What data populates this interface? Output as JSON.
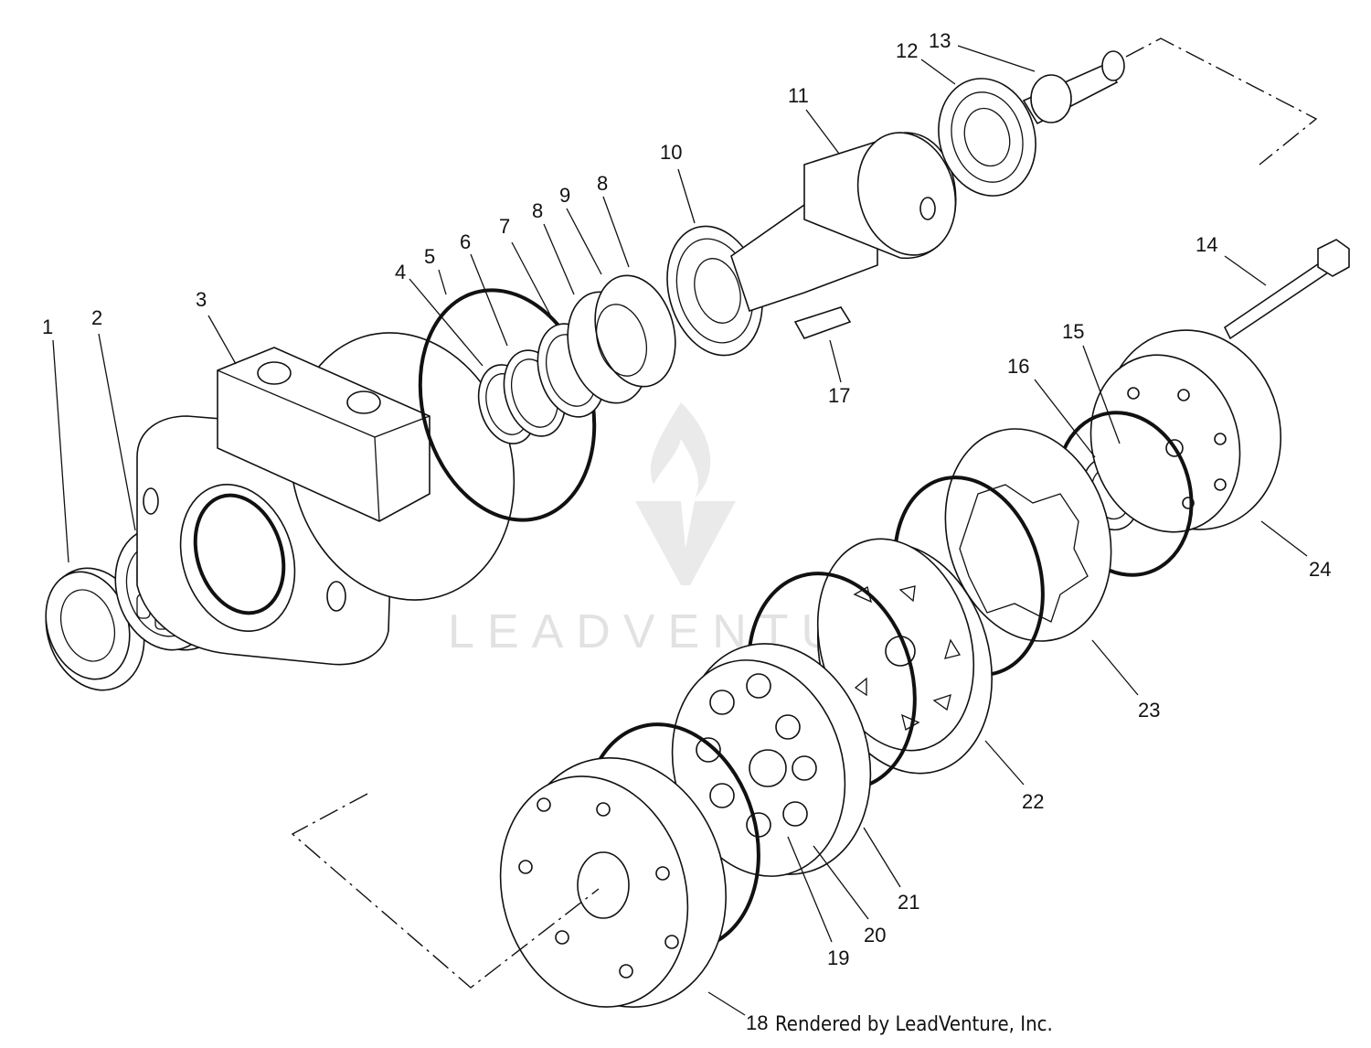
{
  "watermark": {
    "text": "LEADVENTURE"
  },
  "credit": "Rendered by LeadVenture, Inc.",
  "callouts": {
    "c1": "1",
    "c2": "2",
    "c3": "3",
    "c4": "4",
    "c5": "5",
    "c6": "6",
    "c7": "7",
    "c8a": "8",
    "c8b": "8",
    "c9": "9",
    "c10": "10",
    "c11": "11",
    "c12": "12",
    "c13": "13",
    "c14": "14",
    "c15": "15",
    "c16": "16",
    "c17": "17",
    "c18": "18",
    "c19": "19",
    "c20": "20",
    "c21": "21",
    "c22": "22",
    "c23": "23",
    "c24": "24"
  }
}
